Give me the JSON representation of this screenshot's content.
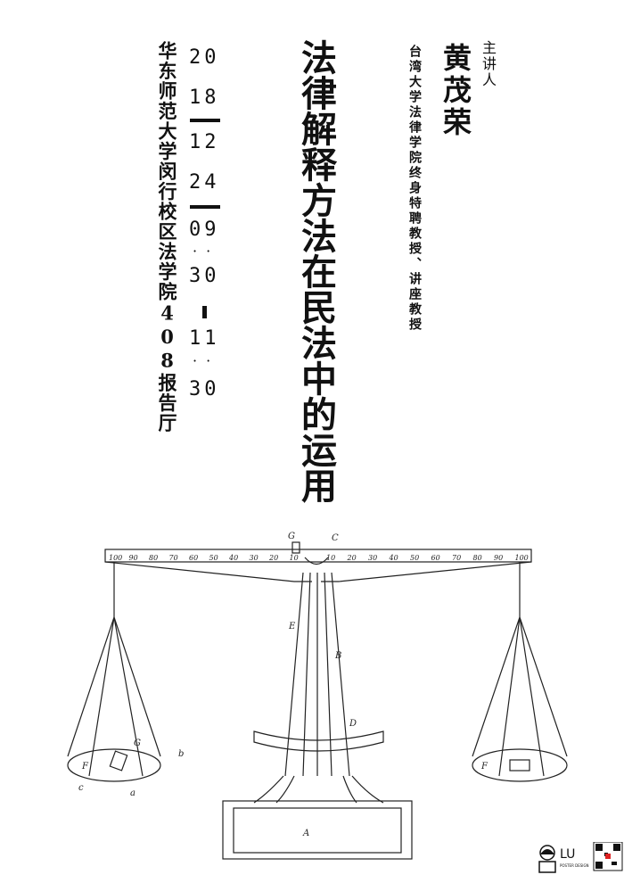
{
  "host": {
    "label": "主讲人",
    "name": "黄茂荣",
    "title": "台湾大学法律学院终身特聘教授、讲座教授"
  },
  "title": "法律解释方法在民法中的运用",
  "date": {
    "rows": [
      "20",
      "18",
      "12",
      "24",
      "09",
      "30",
      "11",
      "30"
    ]
  },
  "venue": "华东师范大学闵行校区法学院408报告厅",
  "illustration": {
    "left_ticks": [
      "100",
      "90",
      "80",
      "70",
      "60",
      "50",
      "40",
      "30",
      "20",
      "10"
    ],
    "right_ticks": [
      "10",
      "20",
      "30",
      "40",
      "50",
      "60",
      "70",
      "80",
      "90",
      "100"
    ],
    "labels": [
      "G",
      "C",
      "E",
      "B",
      "D",
      "F",
      "F",
      "A",
      "G",
      "b",
      "c",
      "a"
    ]
  },
  "logo": {
    "text": "LU",
    "sub": "POSTER DESIGN"
  }
}
